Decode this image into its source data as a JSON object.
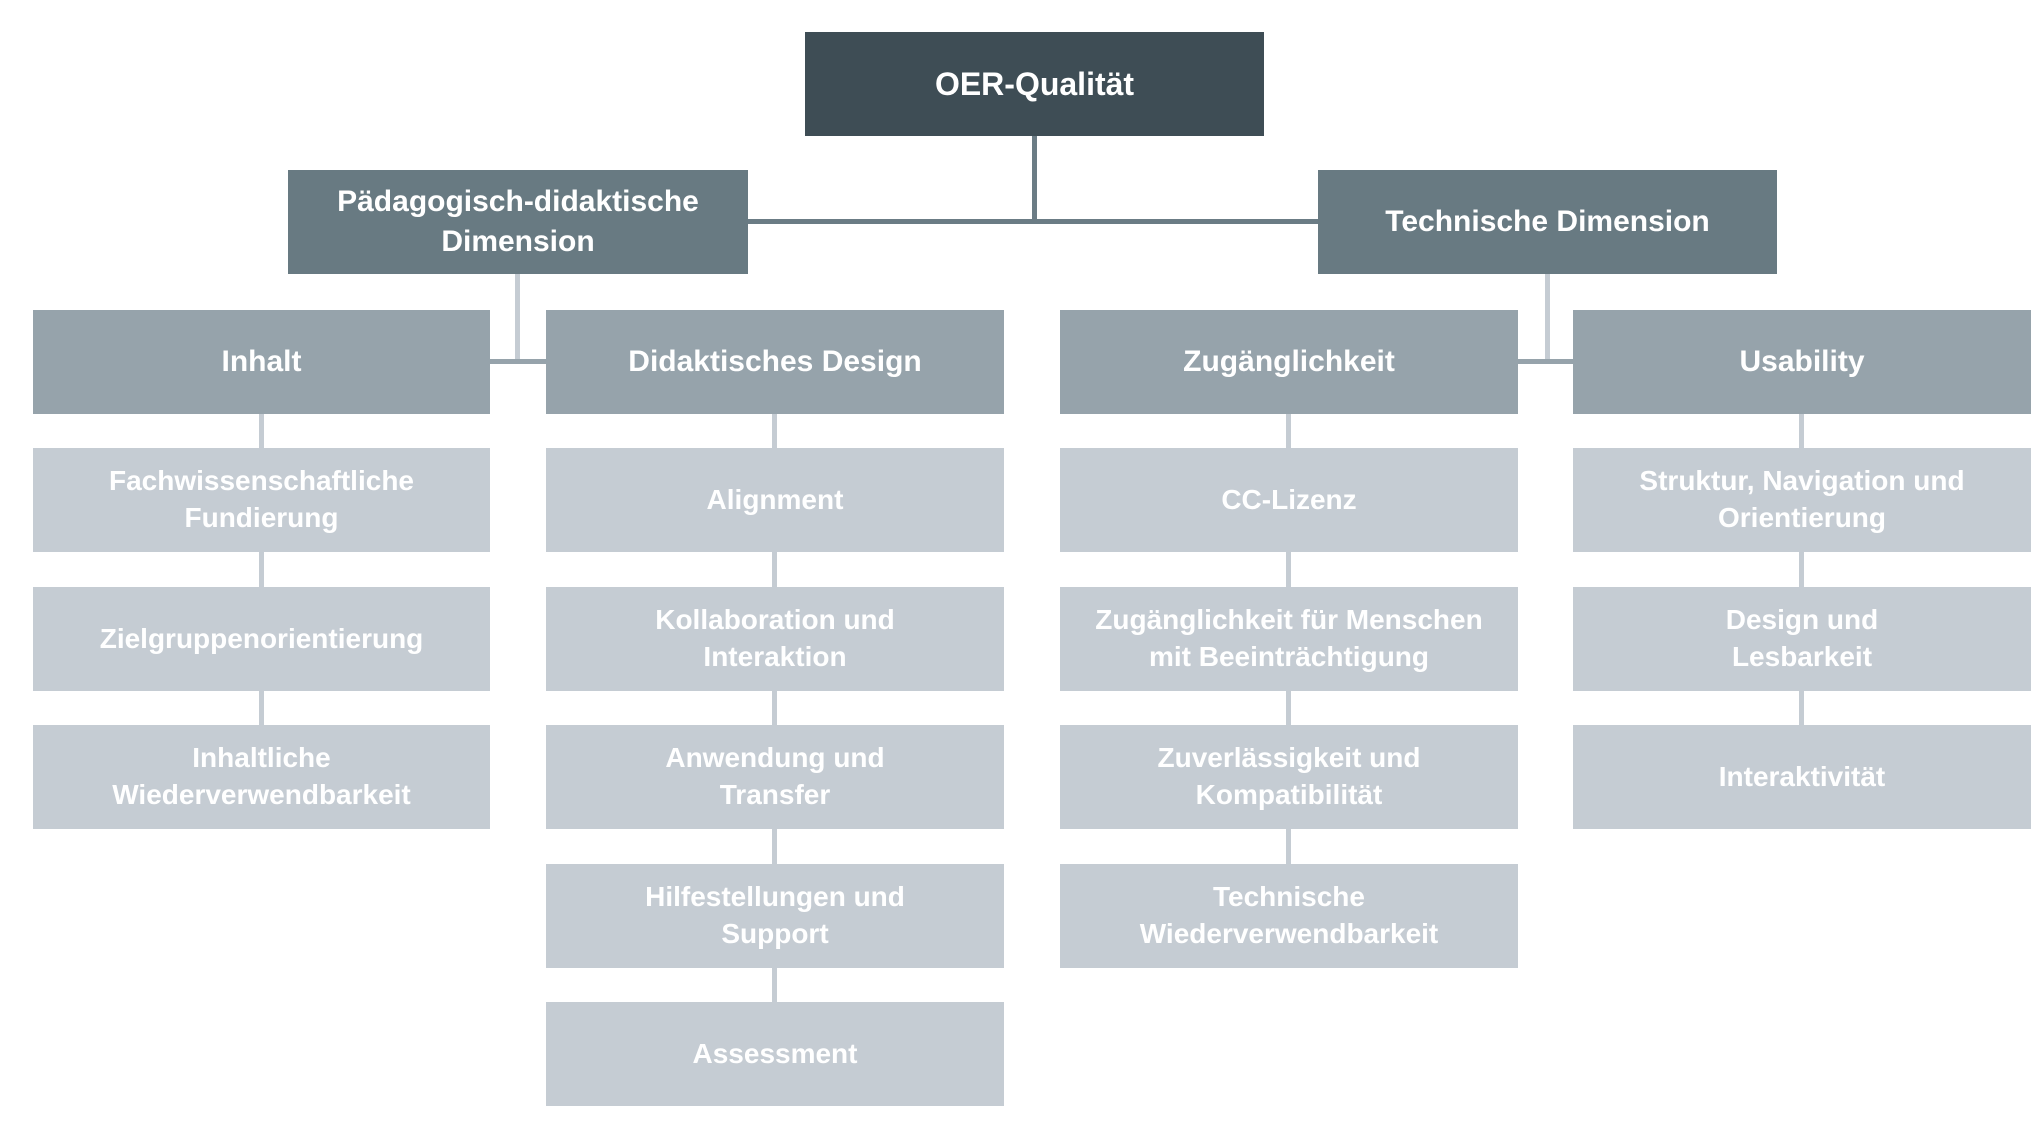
{
  "diagram": {
    "type": "hierarchy-org-chart",
    "title": "OER-Qualität",
    "root": {
      "label": "OER-Qualität"
    },
    "branches": [
      {
        "label": "Pädagogisch-didaktische\nDimension",
        "categories": [
          {
            "label": "Inhalt",
            "criteria": [
              "Fachwissenschaftliche\nFundierung",
              "Zielgruppenorientierung",
              "Inhaltliche\nWiederverwendbarkeit"
            ]
          },
          {
            "label": "Didaktisches Design",
            "criteria": [
              "Alignment",
              "Kollaboration und\nInteraktion",
              "Anwendung und\nTransfer",
              "Hilfestellungen und\nSupport",
              "Assessment"
            ]
          }
        ]
      },
      {
        "label": "Technische Dimension",
        "categories": [
          {
            "label": "Zugänglichkeit",
            "criteria": [
              "CC-Lizenz",
              "Zugänglichkeit für Menschen\nmit Beeinträchtigung",
              "Zuverlässigkeit und\nKompatibilität",
              "Technische\nWiederverwendbarkeit"
            ]
          },
          {
            "label": "Usability",
            "criteria": [
              "Struktur, Navigation und\nOrientierung",
              "Design und\nLesbarkeit",
              "Interaktivität"
            ]
          }
        ]
      }
    ],
    "colors": {
      "level1": "#3E4D55",
      "level2": "#687A82",
      "level3": "#96A3AB",
      "level4": "#C5CCD3",
      "connector_dark": "#6B7C85",
      "connector_mid": "#96A3AB",
      "connector_light": "#C5CCD3",
      "text": "#FFFFFF",
      "background": "#FFFFFF"
    }
  }
}
